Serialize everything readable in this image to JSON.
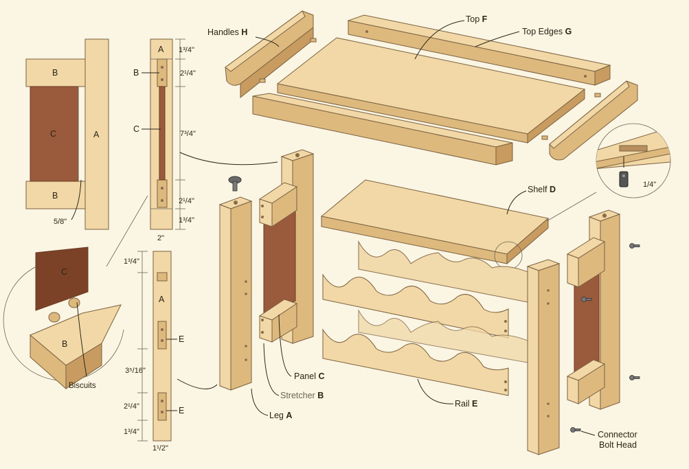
{
  "colors": {
    "background": "#fbf5e3",
    "wood_light": "#f1d8a6",
    "wood_side": "#ddb97e",
    "panel": "#9a5a3c",
    "ink": "#2a2418"
  },
  "labels": {
    "handles": "Handles",
    "handles_letter": "H",
    "top": "Top",
    "top_letter": "F",
    "top_edges": "Top Edges",
    "top_edges_letter": "G",
    "shelf": "Shelf",
    "shelf_letter": "D",
    "panel": "Panel",
    "panel_letter": "C",
    "stretcher": "Stretcher",
    "stretcher_letter": "B",
    "leg": "Leg",
    "leg_letter": "A",
    "rail": "Rail",
    "rail_letter": "E",
    "connector_line1": "Connector",
    "connector_line2": "Bolt Head",
    "biscuits": "Biscuits"
  },
  "detail_joint": {
    "b_top": "B",
    "c": "C",
    "a": "A",
    "b_bottom": "B",
    "dim": "5/8\""
  },
  "biscuit_detail": {
    "c": "C",
    "b": "B"
  },
  "leg_elevation_top": {
    "a": "A",
    "b": "B",
    "c": "C",
    "dims": [
      "1³/4\"",
      "2¹/4\"",
      "7³/4\"",
      "2¹/4\"",
      "1³/4\""
    ],
    "width": "2\""
  },
  "leg_elevation_bottom": {
    "a": "A",
    "e1": "E",
    "e2": "E",
    "dims": [
      "1³/4\"",
      "3⁵/16\"",
      "2¹/4\"",
      "1³/4\""
    ],
    "width": "1¹/2\""
  },
  "bolt_detail": {
    "dim": "1/4\""
  }
}
